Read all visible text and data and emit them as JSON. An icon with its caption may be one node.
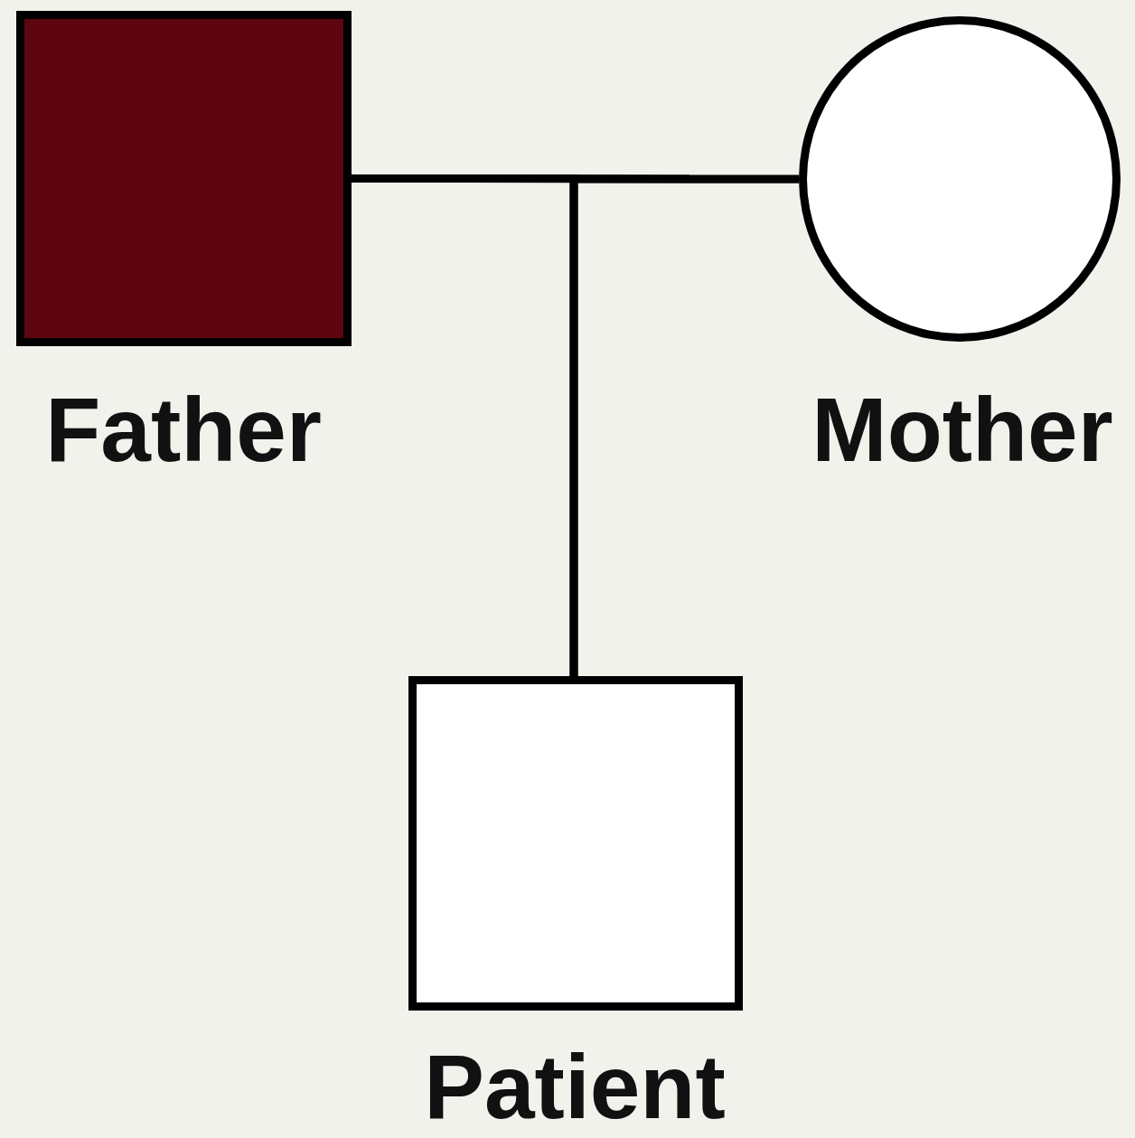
{
  "diagram": {
    "nodes": [
      {
        "text": [
          "Father"
        ]
      },
      {
        "text": [
          "Mother"
        ]
      },
      {
        "text": [
          "Patient"
        ]
      }
    ],
    "edges": [
      {
        "from": 0,
        "to": 1,
        "arrow": "none"
      },
      {
        "from": 0,
        "to": 2,
        "arrow": "none"
      },
      {
        "from": 1,
        "to": 2,
        "arrow": "none"
      }
    ]
  }
}
